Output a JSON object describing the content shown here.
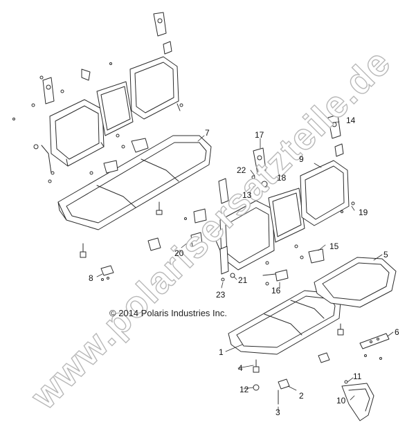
{
  "watermark": "www.polarisersatzteile.de",
  "copyright": "© 2014 Polaris Industries Inc.",
  "callouts": {
    "c1": "1",
    "c2": "2",
    "c3": "3",
    "c4": "4",
    "c5": "5",
    "c6": "6",
    "c7": "7",
    "c8": "8",
    "c9": "9",
    "c10": "10",
    "c11": "11",
    "c12": "12",
    "c13": "13",
    "c14": "14",
    "c15": "15",
    "c16": "16",
    "c17": "17",
    "c18": "18",
    "c19": "19",
    "c20": "20",
    "c21": "21",
    "c22": "22",
    "c23": "23"
  },
  "colors": {
    "line": "#2b2b2b",
    "watermark_stroke": "#b8b8b8",
    "fill": "#ffffff"
  }
}
